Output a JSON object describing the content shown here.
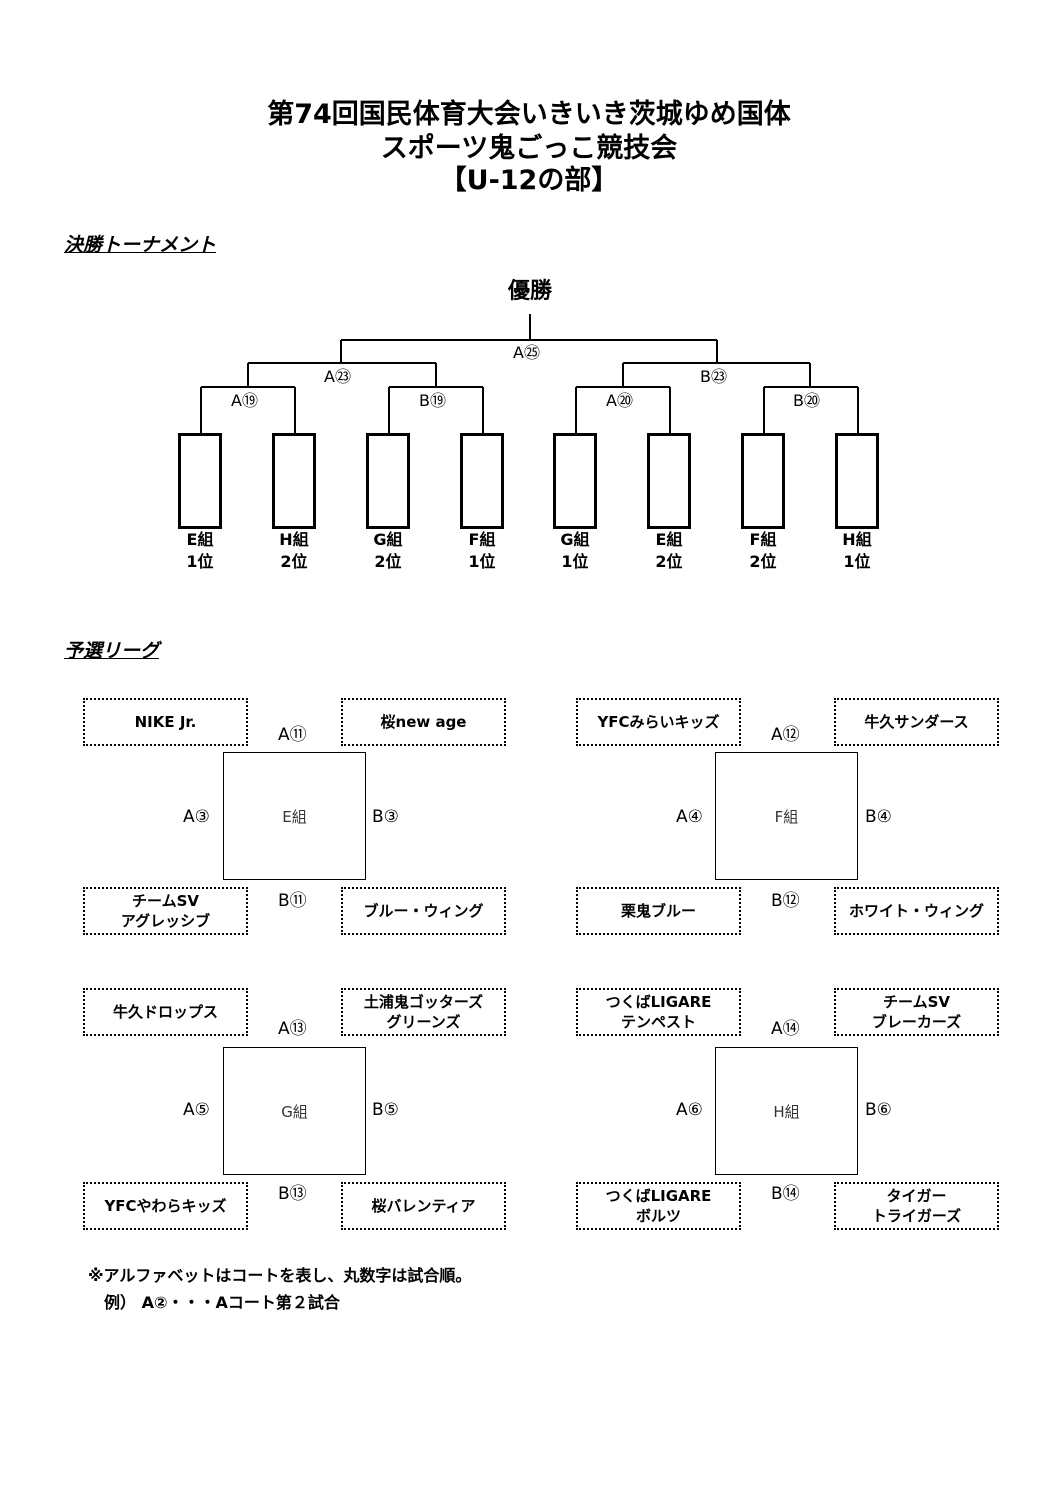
{
  "title": {
    "line1": "第74回国民体育大会いきいき茨城ゆめ国体",
    "line2": "スポーツ鬼ごっこ競技会",
    "line3": "【U-12の部】"
  },
  "tournament": {
    "heading": "決勝トーナメント",
    "champion": "優勝",
    "final": "A㉕",
    "semis": [
      "A㉓",
      "B㉓"
    ],
    "quarters": [
      "A⑲",
      "B⑲",
      "A⑳",
      "B⑳"
    ],
    "slots": [
      {
        "group": "E組",
        "rank": "1位"
      },
      {
        "group": "H組",
        "rank": "2位"
      },
      {
        "group": "G組",
        "rank": "2位"
      },
      {
        "group": "F組",
        "rank": "1位"
      },
      {
        "group": "G組",
        "rank": "1位"
      },
      {
        "group": "E組",
        "rank": "2位"
      },
      {
        "group": "F組",
        "rank": "2位"
      },
      {
        "group": "H組",
        "rank": "1位"
      }
    ]
  },
  "league": {
    "heading": "予選リーグ",
    "groups": [
      {
        "name": "E組",
        "teams": [
          [
            "NIKE Jr."
          ],
          [
            "桜new age"
          ],
          [
            "チームSV",
            "アグレッシブ"
          ],
          [
            "ブルー・ウィング"
          ]
        ],
        "top": "A⑪",
        "bottom": "B⑪",
        "left": "A③",
        "right": "B③"
      },
      {
        "name": "F組",
        "teams": [
          [
            "YFCみらいキッズ"
          ],
          [
            "牛久サンダース"
          ],
          [
            "栗鬼ブルー"
          ],
          [
            "ホワイト・ウィング"
          ]
        ],
        "top": "A⑫",
        "bottom": "B⑫",
        "left": "A④",
        "right": "B④"
      },
      {
        "name": "G組",
        "teams": [
          [
            "牛久ドロップス"
          ],
          [
            "土浦鬼ゴッターズ",
            "グリーンズ"
          ],
          [
            "YFCやわらキッズ"
          ],
          [
            "桜バレンティア"
          ]
        ],
        "top": "A⑬",
        "bottom": "B⑬",
        "left": "A⑤",
        "right": "B⑤"
      },
      {
        "name": "H組",
        "teams": [
          [
            "つくばLIGARE",
            "テンペスト"
          ],
          [
            "チームSV",
            "ブレーカーズ"
          ],
          [
            "つくばLIGARE",
            "ボルツ"
          ],
          [
            "タイガー",
            "トライガーズ"
          ]
        ],
        "top": "A⑭",
        "bottom": "B⑭",
        "left": "A⑥",
        "right": "B⑥"
      }
    ]
  },
  "notes": {
    "line1": "※アルファベットはコートを表し、丸数字は試合順。",
    "line2": "例） A②・・・Aコート第２試合"
  }
}
